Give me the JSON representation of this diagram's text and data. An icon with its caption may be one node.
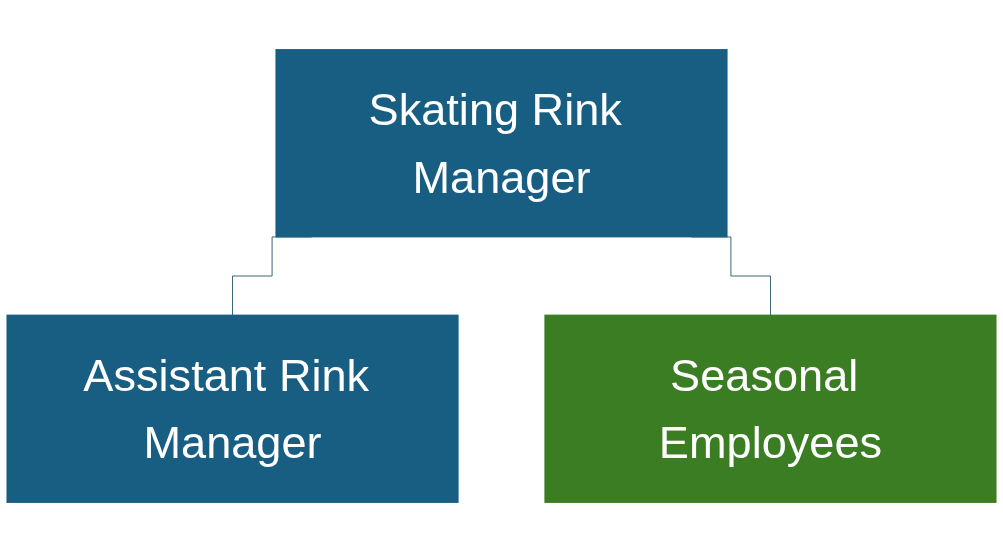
{
  "diagram": {
    "nodes": [
      {
        "text": [
          "Skating Rink Manager"
        ]
      },
      {
        "text": [
          "Assistant Rink Manager"
        ]
      },
      {
        "text": [
          "Seasonal Employees"
        ]
      }
    ],
    "edges": [
      {
        "from": 0,
        "to": 1,
        "arrow": "none"
      },
      {
        "from": 0,
        "to": 2,
        "arrow": "none"
      }
    ]
  }
}
